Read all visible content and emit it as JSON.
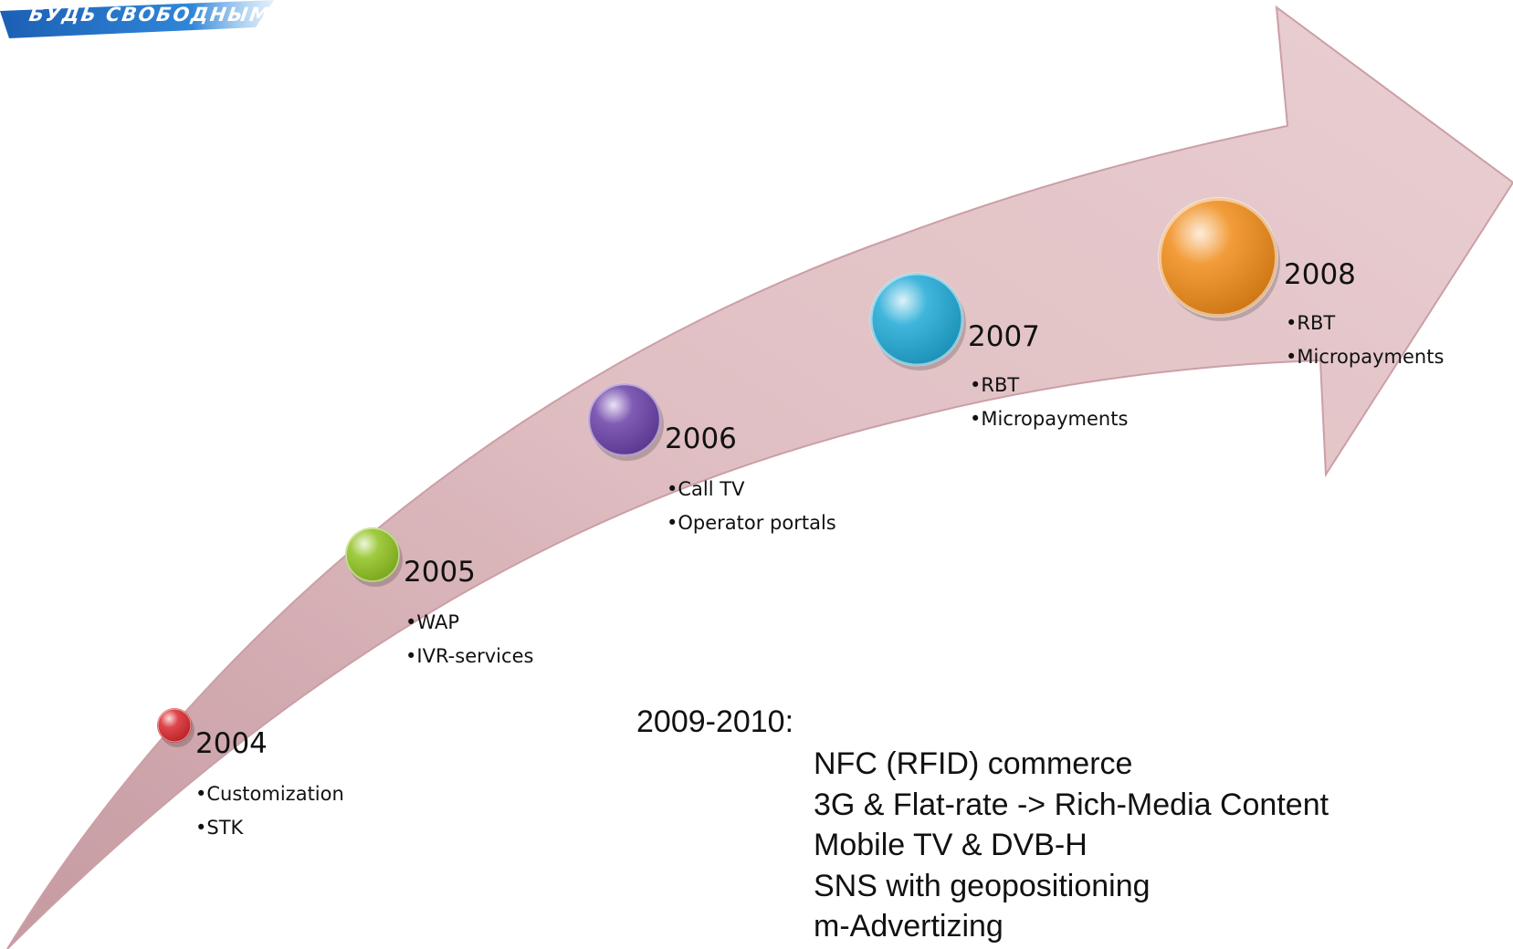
{
  "logo": {
    "text": "БУДЬ СВОБОДНЫМ!"
  },
  "colors": {
    "arrow": "#d9b3b8",
    "arrow_edge": "#c99aa2",
    "banner": "#1f6fc4"
  },
  "milestones": [
    {
      "year": "2004",
      "color": "#d8262b",
      "items": [
        "•Customization",
        "•STK"
      ]
    },
    {
      "year": "2005",
      "color": "#8fc21f",
      "items": [
        "•WAP",
        "•IVR-services"
      ]
    },
    {
      "year": "2006",
      "color": "#6a3fa8",
      "items": [
        "•Call TV",
        "•Operator portals"
      ]
    },
    {
      "year": "2007",
      "color": "#1fa9d6",
      "items": [
        "•RBT",
        "•Micropayments"
      ]
    },
    {
      "year": "2008",
      "color": "#f08a17",
      "items": [
        "•RBT",
        "•Micropayments"
      ]
    }
  ],
  "future": {
    "title": "2009-2010:",
    "items": [
      "NFC (RFID) commerce",
      "3G & Flat-rate -> Rich-Media Content",
      "Mobile TV & DVB-H",
      "SNS with geopositioning",
      "m-Advertizing"
    ]
  }
}
